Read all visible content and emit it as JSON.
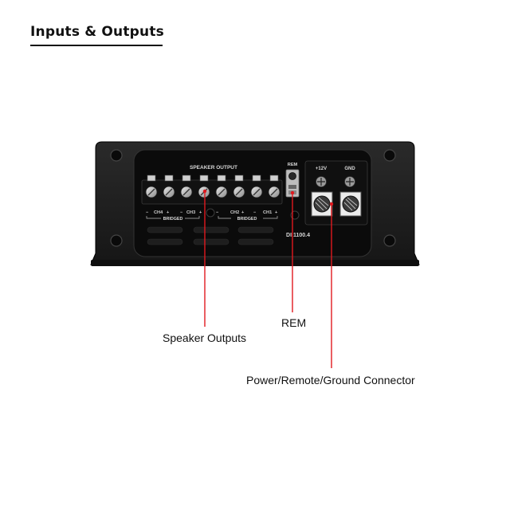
{
  "header": {
    "title": "Inputs & Outputs"
  },
  "device": {
    "speaker_output_label": "SPEAKER OUTPUT",
    "rem_label": "REM",
    "plus12v_label": "+12V",
    "gnd_label": "GND",
    "model": "DII1100.4",
    "channel_labels": [
      "CH4",
      "CH3",
      "CH2",
      "CH1"
    ],
    "bridged_label": "BRIDGED",
    "minus": "−",
    "plus": "+"
  },
  "callouts": {
    "speaker_outputs": "Speaker Outputs",
    "rem": "REM",
    "power_connector": "Power/Remote/Ground Connector"
  },
  "colors": {
    "callout_line": "#e0191f",
    "chassis": "#1c1c1c",
    "panel": "#0c0c0c"
  }
}
